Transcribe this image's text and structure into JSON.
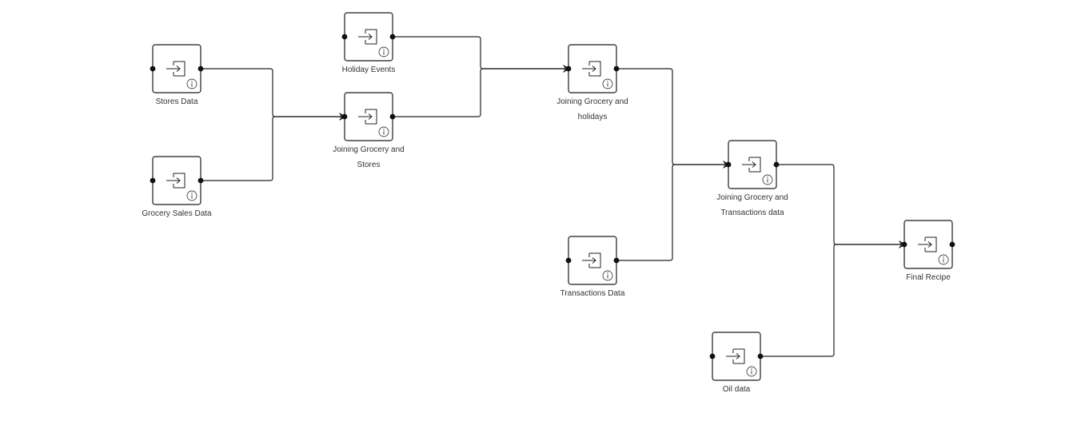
{
  "colors": {
    "edge": "#222222",
    "node_border": "#1a1a1a",
    "node_fill": "#ffffff",
    "port": "#111111",
    "label": "#333333"
  },
  "nodes": [
    {
      "id": "stores",
      "icon": "dataset-input-icon",
      "label_lines": [
        "Stores Data"
      ]
    },
    {
      "id": "grocery-sales",
      "icon": "dataset-input-icon",
      "label_lines": [
        "Grocery Sales Data"
      ]
    },
    {
      "id": "holiday-events",
      "icon": "dataset-input-icon",
      "label_lines": [
        "Holiday Events"
      ]
    },
    {
      "id": "join-grocery-stores",
      "icon": "dataset-input-icon",
      "label_lines": [
        "Joining Grocery and",
        "Stores"
      ]
    },
    {
      "id": "join-grocery-holidays",
      "icon": "dataset-input-icon",
      "label_lines": [
        "Joining Grocery and",
        "holidays"
      ]
    },
    {
      "id": "join-grocery-transactions",
      "icon": "dataset-input-icon",
      "label_lines": [
        "Joining Grocery and",
        "Transactions data"
      ]
    },
    {
      "id": "transactions",
      "icon": "dataset-input-icon",
      "label_lines": [
        "Transactions Data"
      ]
    },
    {
      "id": "final-recipe",
      "icon": "dataset-input-icon",
      "label_lines": [
        "Final Recipe"
      ]
    },
    {
      "id": "oil",
      "icon": "dataset-input-icon",
      "label_lines": [
        "Oil data"
      ]
    }
  ],
  "edges": [
    {
      "from": "stores",
      "to": "join-grocery-stores"
    },
    {
      "from": "grocery-sales",
      "to": "join-grocery-stores"
    },
    {
      "from": "holiday-events",
      "to": "join-grocery-holidays"
    },
    {
      "from": "join-grocery-stores",
      "to": "join-grocery-holidays"
    },
    {
      "from": "join-grocery-holidays",
      "to": "join-grocery-transactions"
    },
    {
      "from": "transactions",
      "to": "join-grocery-transactions"
    },
    {
      "from": "join-grocery-transactions",
      "to": "final-recipe"
    },
    {
      "from": "oil",
      "to": "final-recipe"
    }
  ]
}
